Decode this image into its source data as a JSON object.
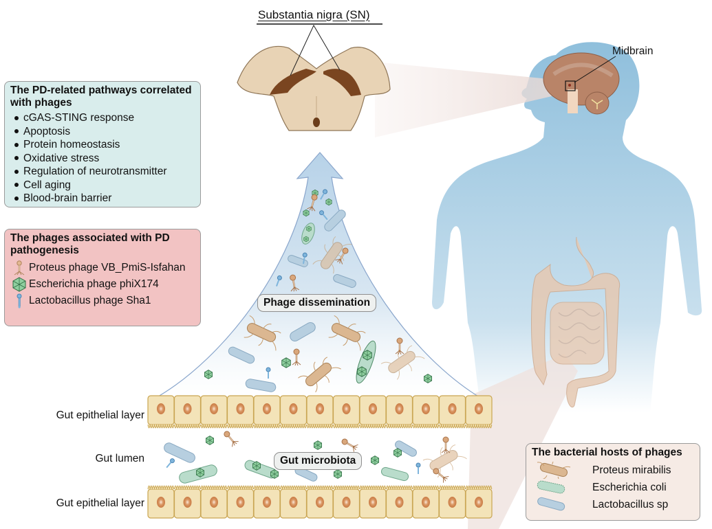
{
  "figure": {
    "top_label": "Substantia nigra (SN)",
    "midbrain_label": "Midbrain",
    "phage_dissemination_label": "Phage dissemination",
    "gut_microbiota_label": "Gut microbiota",
    "gut_labels": {
      "epithelial_top": "Gut epithelial layer",
      "lumen": "Gut lumen",
      "epithelial_bottom": "Gut epithelial layer"
    }
  },
  "pathways_box": {
    "title": "The PD-related pathways correlated with phages",
    "items": [
      "cGAS-STING response",
      "Apoptosis",
      "Protein homeostasis",
      "Oxidative stress",
      "Regulation of neurotransmitter",
      "Cell aging",
      "Blood-brain barrier"
    ]
  },
  "phages_box": {
    "title": "The phages associated with PD pathogenesis",
    "items": [
      {
        "label": "Proteus phage VB_PmiS-Isfahan",
        "icon": "tailed-phage-icon"
      },
      {
        "label": "Escherichia phage phiX174",
        "icon": "icosahedral-phage-icon"
      },
      {
        "label": "Lactobacillus phage Sha1",
        "icon": "rod-phage-icon"
      }
    ]
  },
  "hosts_box": {
    "title": "The bacterial hosts of phages",
    "items": [
      {
        "label": "Proteus mirabilis",
        "icon": "flagellated-bacterium-icon"
      },
      {
        "label": "Escherichia coli",
        "icon": "bacillus-green-icon"
      },
      {
        "label": "Lactobacillus sp",
        "icon": "bacillus-blue-icon"
      }
    ]
  },
  "colors": {
    "pathways_bg": "#d9edec",
    "phages_bg": "#f2c3c3",
    "hosts_bg": "#f6ebe5",
    "body_blue": "#9cc6e0",
    "cell_fill": "#f3e3b8",
    "cell_stroke": "#c9a552",
    "nucleus": "#d48a55",
    "proteus": "#dbb791",
    "ecoli": "#b9dccb",
    "lacto": "#b7cfe0",
    "sn_tissue": "#e8d3b5",
    "sn_dark": "#7a4520"
  }
}
